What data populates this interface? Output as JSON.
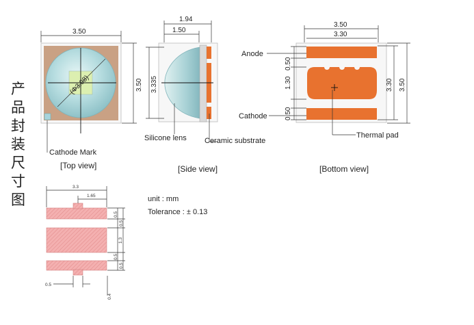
{
  "side_title": "产品封装尺寸图",
  "views": {
    "top": "[Top view]",
    "side": "[Side view]",
    "bottom": "[Bottom view]"
  },
  "top_view": {
    "width_dim": "3.50",
    "height_dim": "3.50",
    "lens_dim": "(Φ3.08)",
    "cathode_mark": "Cathode Mark"
  },
  "side_view": {
    "total_width": "1.94",
    "lens_width": "1.50",
    "height": "3.335",
    "silicone_lens": "Silicone lens",
    "ceramic_substrate": "Ceramic substrate"
  },
  "bottom_view": {
    "outer_width": "3.50",
    "pad_width": "3.30",
    "anode_height": "0.50",
    "thermal_height": "1.30",
    "cathode_height": "0.50",
    "inner_height": "3.30",
    "outer_height": "3.50",
    "anode": "Anode",
    "cathode": "Cathode",
    "thermal_pad": "Thermal pad"
  },
  "footprint": {
    "width": "3.3",
    "half_width": "1.65",
    "right_dims": [
      "0.5",
      "0.5",
      "1.3",
      "0.5",
      "0.5"
    ],
    "gap_left": "0.5",
    "gap_bottom": "0.4"
  },
  "unit": {
    "unit_line": "unit : mm",
    "tolerance_line": "Tolerance : ± 0.13"
  },
  "colors": {
    "pad": "#e8722f",
    "ceramic": "#c79a7c",
    "lens": "#a8d6dc",
    "chip": "#d8ecb0",
    "footprint": "#f2a6a6"
  }
}
